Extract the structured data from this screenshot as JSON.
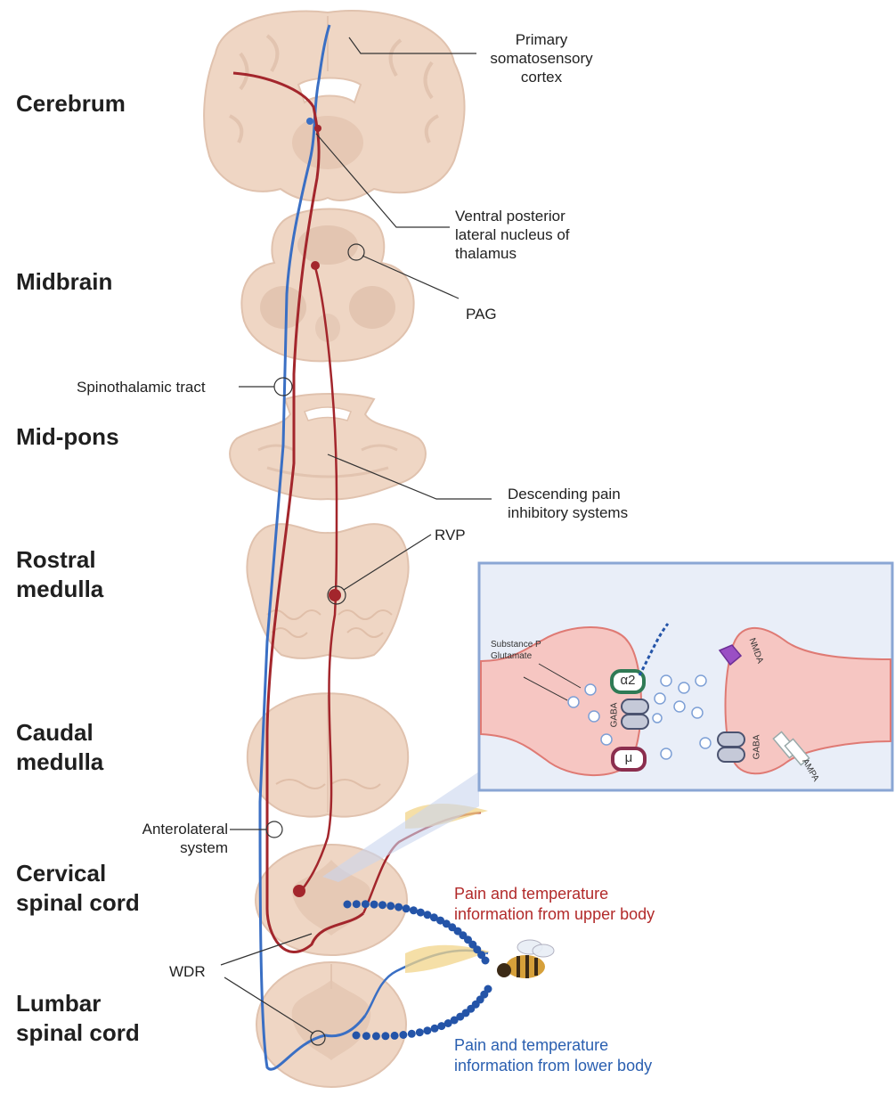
{
  "levels": {
    "cerebrum": "Cerebrum",
    "midbrain": "Midbrain",
    "mid_pons": "Mid-pons",
    "rostral_medulla_1": "Rostral",
    "rostral_medulla_2": "medulla",
    "caudal_medulla_1": "Caudal",
    "caudal_medulla_2": "medulla",
    "cervical_1": "Cervical",
    "cervical_2": "spinal cord",
    "lumbar_1": "Lumbar",
    "lumbar_2": "spinal cord"
  },
  "annotations": {
    "primary_cortex": [
      "Primary",
      "somatosensory",
      "cortex"
    ],
    "vpl": [
      "Ventral posterior",
      "lateral nucleus of",
      "thalamus"
    ],
    "pag": "PAG",
    "spinothalamic": "Spinothalamic tract",
    "descending": [
      "Descending pain",
      "inhibitory systems"
    ],
    "rvp": "RVP",
    "anterolateral": [
      "Anterolateral",
      "system"
    ],
    "wdr": "WDR",
    "upper_body": [
      "Pain and temperature",
      "information from upper body"
    ],
    "lower_body": [
      "Pain and temperature",
      "information from lower body"
    ]
  },
  "synapse": {
    "substance": [
      "Substance P",
      "Glutamate"
    ],
    "alpha2": "α2",
    "mu": "μ",
    "gaba_pre": "GABA",
    "gaba_post": "GABA",
    "nmda": "NMDA",
    "ampa": "AMPA"
  },
  "colors": {
    "ascending": "#3a6fc4",
    "descending": "#a3262c",
    "tissue": "#efd6c4",
    "tissue_dark": "#ddb9a4",
    "inset_bg": "#e9eef8",
    "inset_border": "#8aa6d4",
    "neuron": "#f6c6c2",
    "bead": "#2454a8"
  }
}
